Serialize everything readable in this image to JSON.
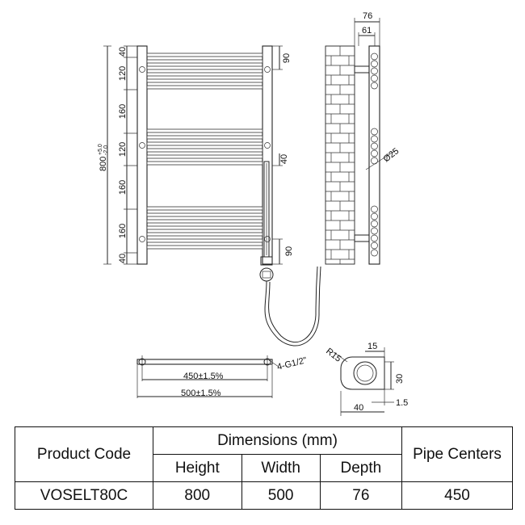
{
  "drawing": {
    "front_view": {
      "overall_height": "800",
      "height_tolerance_upper": "+5.0",
      "height_tolerance_lower": "-2.0",
      "left_dims": [
        "40",
        "120",
        "160",
        "120",
        "160",
        "160",
        "40"
      ],
      "right_dims": [
        "90",
        "40",
        "90"
      ]
    },
    "side_view": {
      "depth_total": "76",
      "depth_inner": "61",
      "bar_diameter": "Ø25"
    },
    "bottom_view": {
      "pipe_centers": "450±1.5%",
      "overall_width": "500±1.5%",
      "connection": "4-G1/2\""
    },
    "bracket_detail": {
      "radius": "R15",
      "top_width": "15",
      "height": "30",
      "offset": "1.5",
      "depth": "40"
    }
  },
  "spec_table": {
    "headers": {
      "product_code": "Product Code",
      "dimensions": "Dimensions (mm)",
      "height": "Height",
      "width": "Width",
      "depth": "Depth",
      "pipe_centers": "Pipe Centers"
    },
    "row": {
      "product_code": "VOSELT80C",
      "height": "800",
      "width": "500",
      "depth": "76",
      "pipe_centers": "450"
    }
  }
}
